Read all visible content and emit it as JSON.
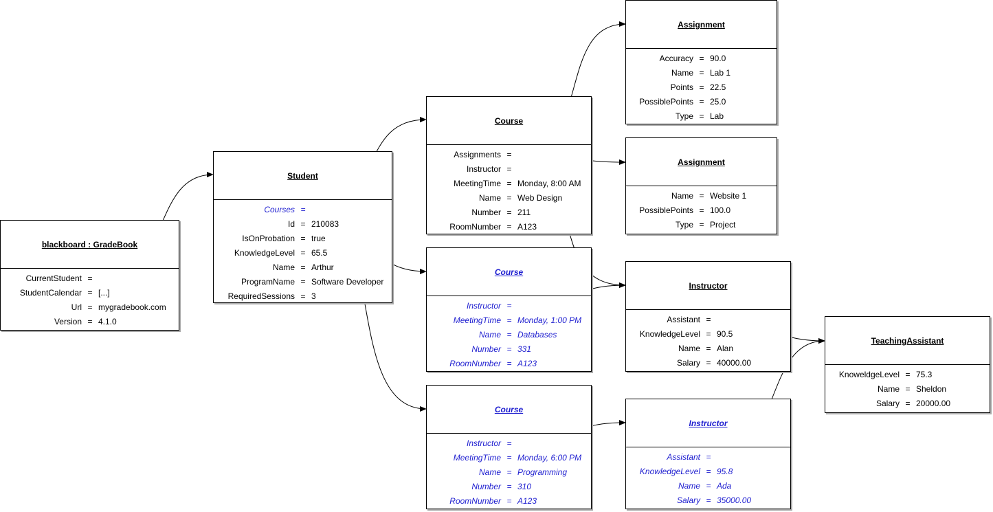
{
  "nodes": {
    "gradebook": {
      "title": "blackboard : GradeBook",
      "rows": [
        {
          "key": "CurrentStudent",
          "value": ""
        },
        {
          "key": "StudentCalendar",
          "value": "[...]"
        },
        {
          "key": "Url",
          "value": "mygradebook.com"
        },
        {
          "key": "Version",
          "value": "4.1.0"
        }
      ]
    },
    "student": {
      "title": "Student",
      "rows": [
        {
          "key": "Courses",
          "value": ""
        },
        {
          "key": "Id",
          "value": "210083"
        },
        {
          "key": "IsOnProbation",
          "value": "true"
        },
        {
          "key": "KnowledgeLevel",
          "value": "65.5"
        },
        {
          "key": "Name",
          "value": "Arthur"
        },
        {
          "key": "ProgramName",
          "value": "Software Developer"
        },
        {
          "key": "RequiredSessions",
          "value": "3"
        }
      ]
    },
    "course1": {
      "title": "Course",
      "rows": [
        {
          "key": "Assignments",
          "value": ""
        },
        {
          "key": "Instructor",
          "value": ""
        },
        {
          "key": "MeetingTime",
          "value": "Monday, 8:00 AM"
        },
        {
          "key": "Name",
          "value": "Web Design"
        },
        {
          "key": "Number",
          "value": "211"
        },
        {
          "key": "RoomNumber",
          "value": "A123"
        }
      ]
    },
    "course2": {
      "title": "Course",
      "rows": [
        {
          "key": "Instructor",
          "value": ""
        },
        {
          "key": "MeetingTime",
          "value": "Monday, 1:00 PM"
        },
        {
          "key": "Name",
          "value": "Databases"
        },
        {
          "key": "Number",
          "value": "331"
        },
        {
          "key": "RoomNumber",
          "value": "A123"
        }
      ]
    },
    "course3": {
      "title": "Course",
      "rows": [
        {
          "key": "Instructor",
          "value": ""
        },
        {
          "key": "MeetingTime",
          "value": "Monday, 6:00 PM"
        },
        {
          "key": "Name",
          "value": "Programming"
        },
        {
          "key": "Number",
          "value": "310"
        },
        {
          "key": "RoomNumber",
          "value": "A123"
        }
      ]
    },
    "assignment1": {
      "title": "Assignment",
      "rows": [
        {
          "key": "Accuracy",
          "value": "90.0"
        },
        {
          "key": "Name",
          "value": "Lab 1"
        },
        {
          "key": "Points",
          "value": "22.5"
        },
        {
          "key": "PossiblePoints",
          "value": "25.0"
        },
        {
          "key": "Type",
          "value": "Lab"
        }
      ]
    },
    "assignment2": {
      "title": "Assignment",
      "rows": [
        {
          "key": "Name",
          "value": "Website 1"
        },
        {
          "key": "PossiblePoints",
          "value": "100.0"
        },
        {
          "key": "Type",
          "value": "Project"
        }
      ]
    },
    "instructor1": {
      "title": "Instructor",
      "rows": [
        {
          "key": "Assistant",
          "value": ""
        },
        {
          "key": "KnowledgeLevel",
          "value": "90.5"
        },
        {
          "key": "Name",
          "value": "Alan"
        },
        {
          "key": "Salary",
          "value": "40000.00"
        }
      ]
    },
    "instructor2": {
      "title": "Instructor",
      "rows": [
        {
          "key": "Assistant",
          "value": ""
        },
        {
          "key": "KnowledgeLevel",
          "value": "95.8"
        },
        {
          "key": "Name",
          "value": "Ada"
        },
        {
          "key": "Salary",
          "value": "35000.00"
        }
      ]
    },
    "ta": {
      "title": "TeachingAssistant",
      "rows": [
        {
          "key": "KnoweldgeLevel",
          "value": "75.3"
        },
        {
          "key": "Name",
          "value": "Sheldon"
        },
        {
          "key": "Salary",
          "value": "20000.00"
        }
      ]
    }
  },
  "equals_sign": "=",
  "colors": {
    "highlight": "#1f1fd0",
    "line": "#000000",
    "shadow": "#aaaaaa"
  }
}
